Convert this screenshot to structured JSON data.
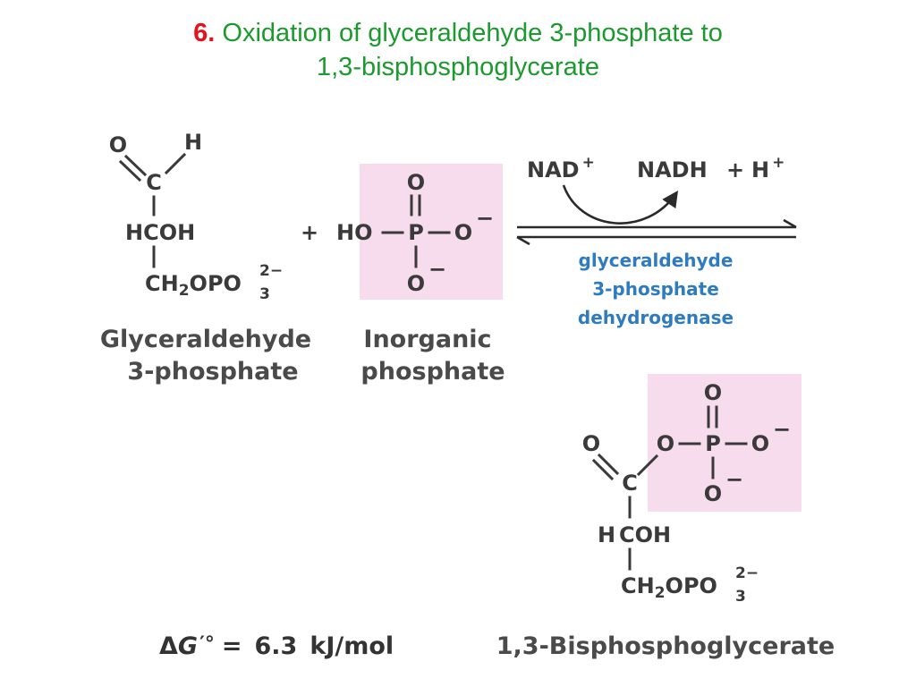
{
  "title": {
    "number": "6.",
    "line1": "Oxidation of glyceraldehyde 3-phosphate to",
    "line2": "1,3-bisphosphoglycerate"
  },
  "gap": {
    "atoms": {
      "o": "O",
      "h": "H",
      "c": "C",
      "hcoh": "HCOH",
      "ch2": "CH",
      "two": "2",
      "opo": "OPO",
      "three": "3",
      "charge": "2−"
    },
    "name_line1": "Glyceraldehyde",
    "name_line2": "3-phosphate"
  },
  "pi": {
    "atoms": {
      "ho": "HO",
      "p": "P",
      "o_top": "O",
      "o_right": "O",
      "o_bottom": "O",
      "minus": "−"
    },
    "name_line1": "Inorganic",
    "name_line2": "phosphate",
    "box_color": "#f6dced"
  },
  "plus": "+",
  "reaction": {
    "nad": "NAD",
    "nad_charge": "+",
    "nadh": "NADH",
    "plus": "+",
    "h": "H",
    "h_charge": "+",
    "enzyme_line1": "glyceraldehyde",
    "enzyme_line2": "3-phosphate",
    "enzyme_line3": "dehydrogenase",
    "enzyme_color": "#2f7bc0"
  },
  "bpg": {
    "atoms": {
      "o_left": "O",
      "c": "C",
      "o_link": "O",
      "p": "P",
      "o_top": "O",
      "o_right": "O",
      "o_bottom": "O",
      "minus": "−",
      "hcoh_h": "H",
      "hcoh_c": "COH",
      "ch2": "CH",
      "two": "2",
      "opo": "OPO",
      "three": "3",
      "charge": "2−"
    },
    "name": "1,3-Bisphosphoglycerate",
    "box_color": "#f6dced"
  },
  "delta_g": {
    "delta": "Δ",
    "g": "G",
    "prime": "′°",
    "eq": "=",
    "value": "6.3",
    "unit": "kJ/mol"
  }
}
